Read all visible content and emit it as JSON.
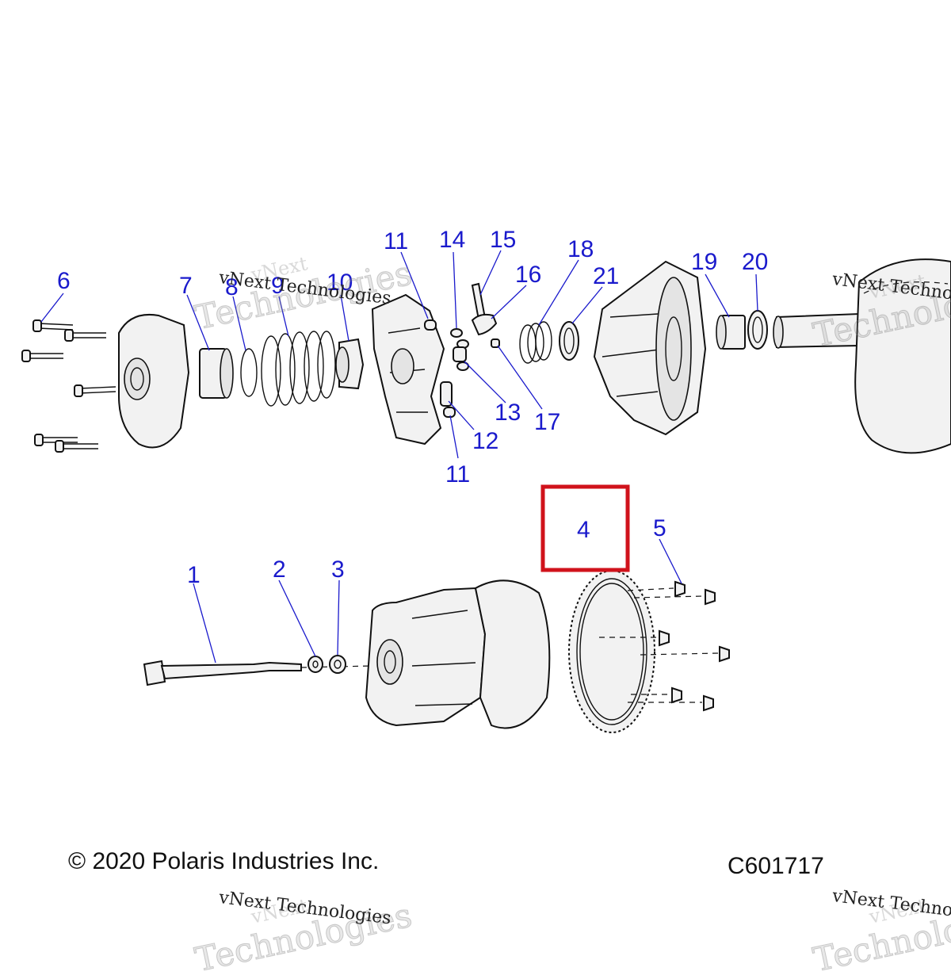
{
  "callouts": [
    {
      "id": "1",
      "label": "1"
    },
    {
      "id": "2",
      "label": "2"
    },
    {
      "id": "3",
      "label": "3"
    },
    {
      "id": "4",
      "label": "4"
    },
    {
      "id": "5",
      "label": "5"
    },
    {
      "id": "6",
      "label": "6"
    },
    {
      "id": "7",
      "label": "7"
    },
    {
      "id": "8",
      "label": "8"
    },
    {
      "id": "9",
      "label": "9"
    },
    {
      "id": "10",
      "label": "10"
    },
    {
      "id": "11a",
      "label": "11"
    },
    {
      "id": "11b",
      "label": "11"
    },
    {
      "id": "12",
      "label": "12"
    },
    {
      "id": "13",
      "label": "13"
    },
    {
      "id": "14",
      "label": "14"
    },
    {
      "id": "15",
      "label": "15"
    },
    {
      "id": "16",
      "label": "16"
    },
    {
      "id": "17",
      "label": "17"
    },
    {
      "id": "18",
      "label": "18"
    },
    {
      "id": "19",
      "label": "19"
    },
    {
      "id": "20",
      "label": "20"
    },
    {
      "id": "21",
      "label": "21"
    }
  ],
  "highlight": {
    "callout": "4",
    "color": "#d0121b"
  },
  "colors": {
    "callout": "#1a1acc",
    "line": "#111111"
  },
  "footer": {
    "copyright": "© 2020 Polaris Industries Inc.",
    "figure_code": "C601717"
  },
  "watermark": {
    "line1": "vNext",
    "line2": "Technologies",
    "small": "vNext Technologies"
  }
}
